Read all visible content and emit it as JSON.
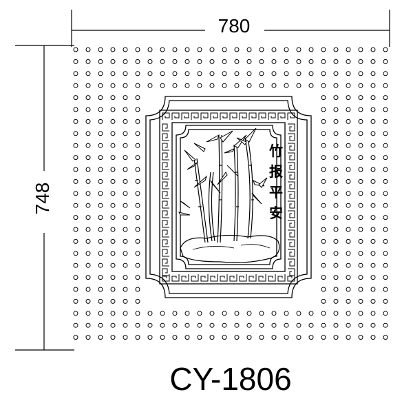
{
  "dimensions": {
    "width_label": "780",
    "height_label": "748"
  },
  "panel": {
    "inscription": "竹报平安"
  },
  "model_code": "CY-1806",
  "colors": {
    "line": "#000000",
    "background": "#ffffff"
  }
}
